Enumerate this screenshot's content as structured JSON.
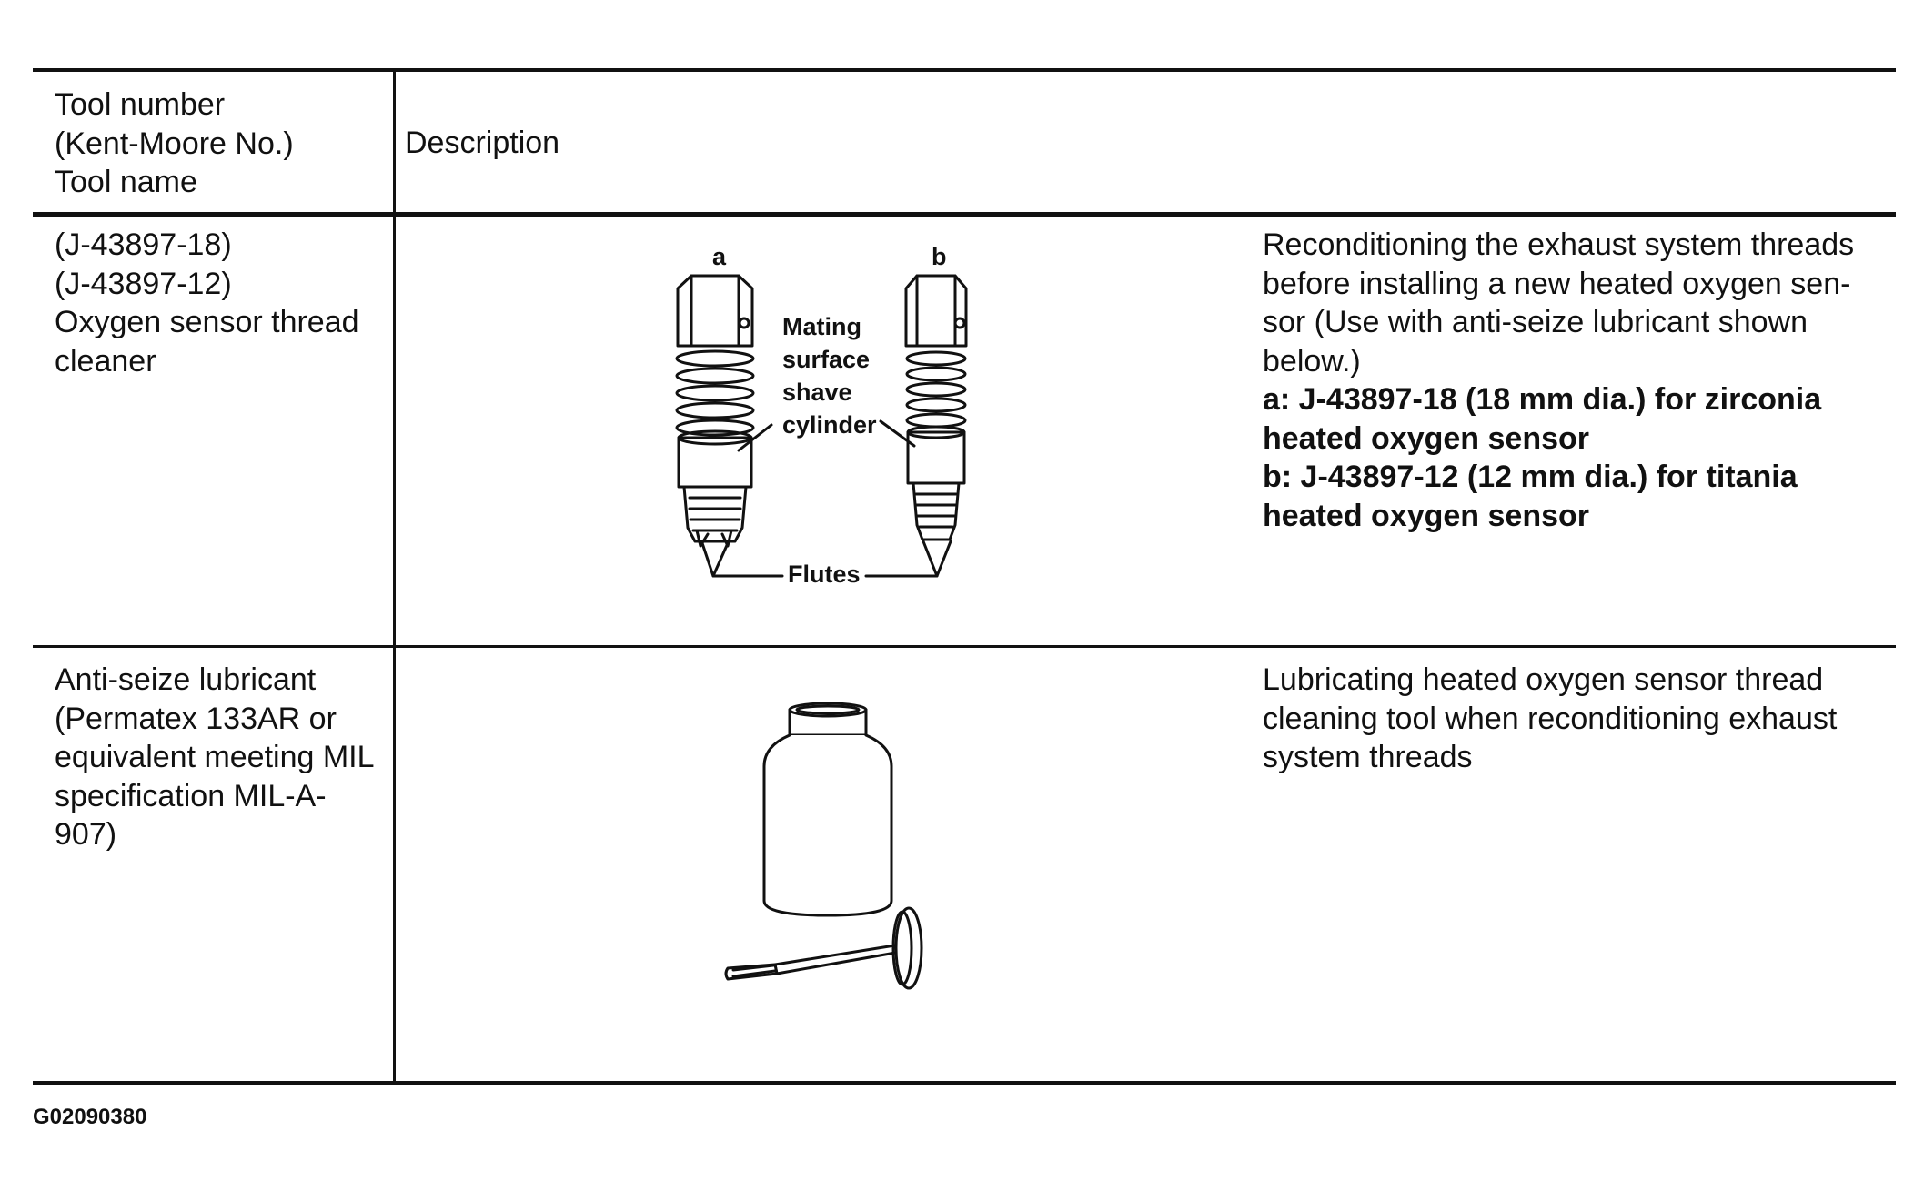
{
  "header": {
    "col1": [
      "Tool number",
      "(Kent-Moore No.)",
      "Tool name"
    ],
    "col2": "Description"
  },
  "rows": [
    {
      "tool": [
        "(J-43897-18)",
        "(J-43897-12)",
        "Oxygen sensor thread",
        "cleaner"
      ],
      "description": [
        "Reconditioning the exhaust system threads",
        "before installing a new heated oxygen sen-",
        "sor (Use with anti-seize lubricant shown",
        "below.)"
      ],
      "description_bold": [
        "a: J-43897-18 (18 mm dia.) for zirconia",
        "heated oxygen sensor",
        "b: J-43897-12 (12 mm dia.) for titania",
        "heated oxygen sensor"
      ],
      "figure": {
        "label_a": "a",
        "label_b": "b",
        "callout": [
          "Mating",
          "surface",
          "shave",
          "cylinder"
        ],
        "flutes": "Flutes"
      }
    },
    {
      "tool": [
        "Anti-seize lubricant",
        "(Permatex 133AR or",
        "equivalent meeting MIL",
        "specification MIL-A-",
        "907)"
      ],
      "description": [
        "Lubricating heated oxygen sensor thread",
        "cleaning tool when reconditioning exhaust",
        "system threads"
      ]
    }
  ],
  "figure_code": "G02090380"
}
